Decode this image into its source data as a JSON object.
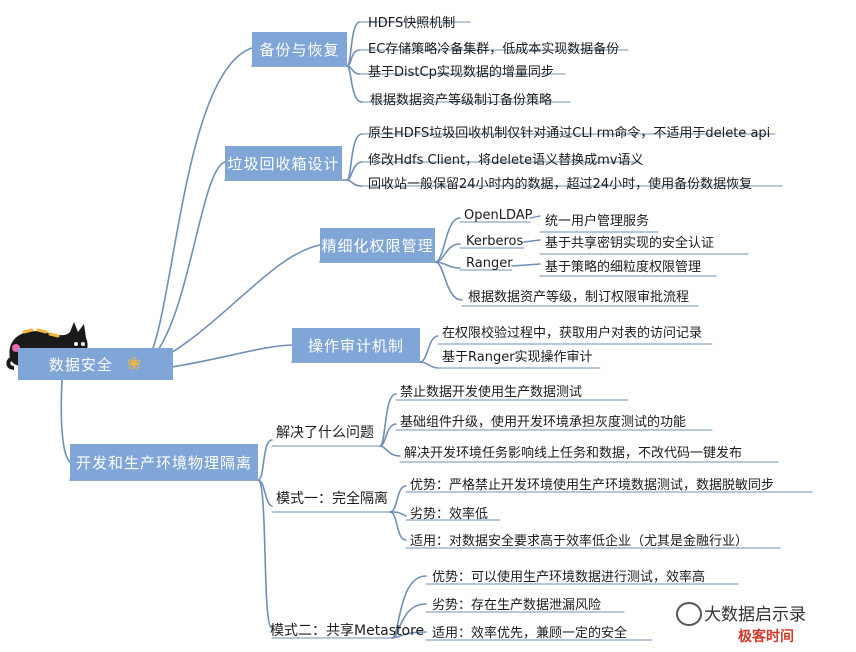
{
  "root": {
    "label": "数据安全"
  },
  "branches": [
    {
      "label": "备份与恢复",
      "leaves": [
        "HDFS快照机制",
        "EC存储策略冷备集群，低成本实现数据备份",
        "基于DistCp实现数据的增量同步",
        "根据数据资产等级制订备份策略"
      ]
    },
    {
      "label": "垃圾回收箱设计",
      "leaves": [
        "原生HDFS垃圾回收机制仅针对通过CLI rm命令，不适用于delete api",
        "修改Hdfs Client，将delete语义替换成mv语义",
        "回收站一般保留24小时内的数据，超过24小时，使用备份数据恢复"
      ]
    },
    {
      "label": "精细化权限管理",
      "subs": [
        {
          "name": "OpenLDAP",
          "desc": "统一用户管理服务"
        },
        {
          "name": "Kerberos",
          "desc": "基于共享密钥实现的安全认证"
        },
        {
          "name": "Ranger",
          "desc": "基于策略的细粒度权限管理"
        }
      ],
      "leaves": [
        "根据数据资产等级，制订权限审批流程"
      ]
    },
    {
      "label": "操作审计机制",
      "leaves": [
        "在权限校验过程中，获取用户对表的访问记录",
        "基于Ranger实现操作审计"
      ]
    },
    {
      "label": "开发和生产环境物理隔离",
      "groups": [
        {
          "label": "解决了什么问题",
          "leaves": [
            "禁止数据开发使用生产数据测试",
            "基础组件升级，使用开发环境承担灰度测试的功能",
            "解决开发环境任务影响线上任务和数据，不改代码一键发布"
          ]
        },
        {
          "label": "模式一：完全隔离",
          "leaves": [
            "优势：严格禁止开发环境使用生产环境数据测试，数据脱敏同步",
            "劣势：效率低",
            "适用：对数据安全要求高于效率低企业（尤其是金融行业）"
          ]
        },
        {
          "label": "模式二：共享Metastore",
          "leaves": [
            "优势：可以使用生产环境数据进行测试，效率高",
            "劣势：存在生产数据泄漏风险",
            "适用：效率优先，兼顾一定的安全"
          ]
        }
      ]
    }
  ],
  "watermark": {
    "primary": "大数据启示录",
    "secondary": "极客时间"
  },
  "colors": {
    "box": "#7fa6d6",
    "line": "#6f8fb8",
    "cat": "#1a1a1a",
    "paw": "#f2b63c"
  }
}
